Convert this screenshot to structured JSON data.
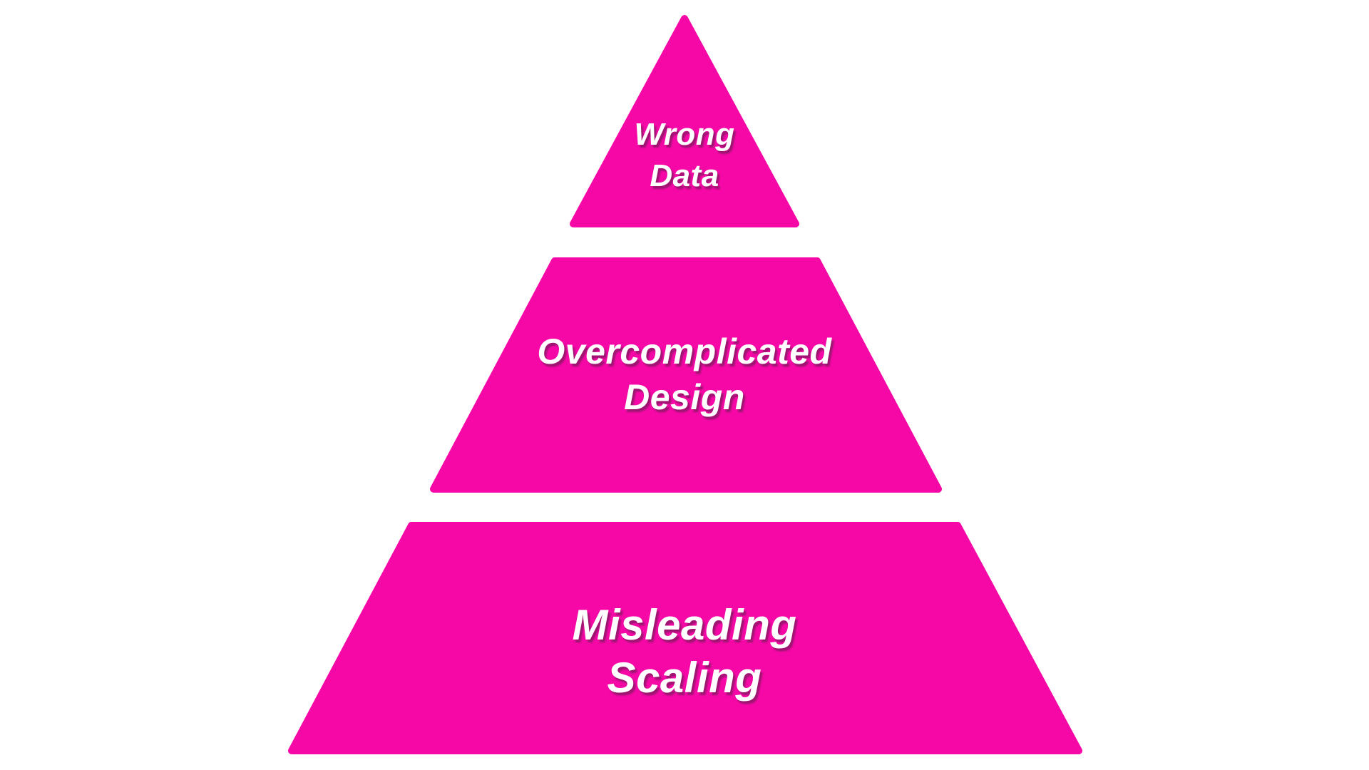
{
  "diagram": {
    "type": "pyramid",
    "levels": [
      {
        "name": "top",
        "line1": "Wrong",
        "line2": "Data"
      },
      {
        "name": "middle",
        "line1": "Overcomplicated",
        "line2": "Design"
      },
      {
        "name": "bottom",
        "line1": "Misleading",
        "line2": "Scaling"
      }
    ]
  },
  "colors": {
    "shape_fill": "#F508A6",
    "label_text": "#FFFFFF",
    "label_shadow": "#9C1670",
    "background": "#FFFFFF"
  }
}
